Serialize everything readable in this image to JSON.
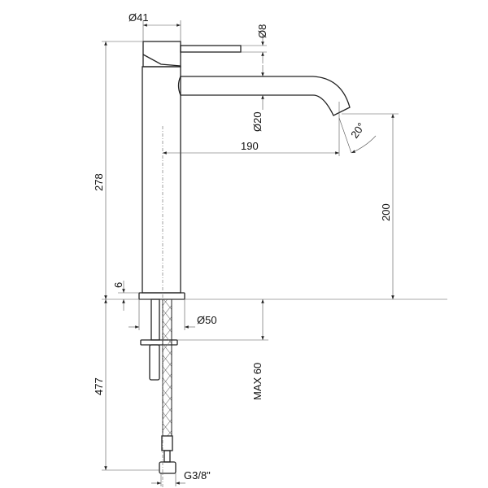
{
  "dimensions": {
    "handle_diameter": "Ø41",
    "lever_diameter": "Ø8",
    "spout_diameter": "Ø20",
    "spout_reach": "190",
    "spout_angle": "20°",
    "spout_height": "200",
    "total_height": "278",
    "base_thickness": "6",
    "base_diameter": "Ø50",
    "max_deck_thickness": "MAX 60",
    "hose_length": "477",
    "connection_thread": "G3/8\""
  }
}
